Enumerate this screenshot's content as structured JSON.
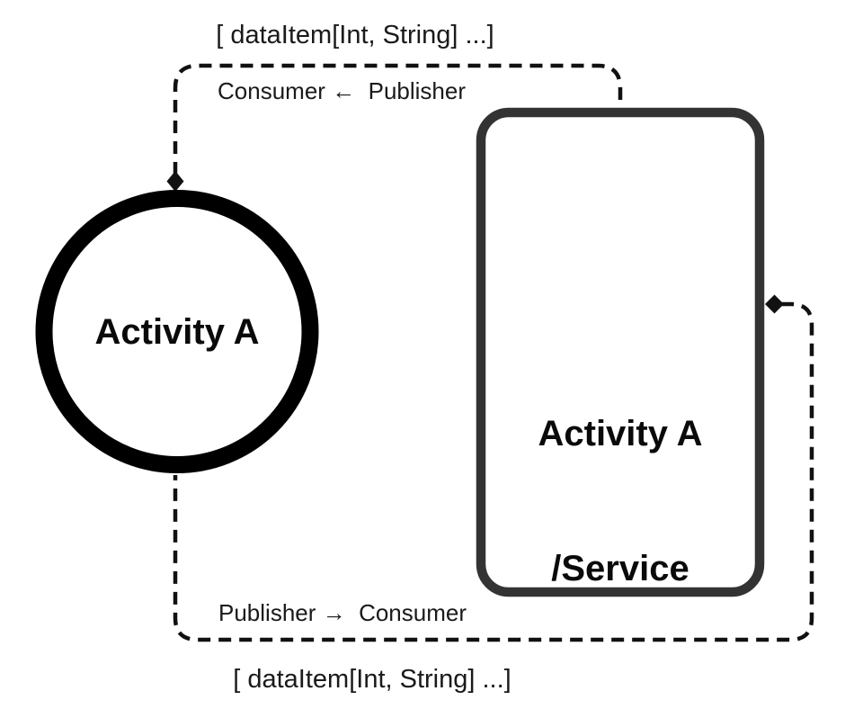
{
  "nodes": {
    "activity": {
      "label": "Activity A"
    },
    "service": {
      "label_line1": "Activity A",
      "label_line2": "/Service"
    }
  },
  "connectors": {
    "top": {
      "payload": "[ dataItem[Int, String] ...]",
      "direction": "Consumer ←  Publisher"
    },
    "bottom": {
      "direction": "Publisher →  Consumer",
      "payload": "[ dataItem[Int, String] ...]"
    }
  },
  "colors": {
    "background": "#ffffff",
    "activity_border": "#000000",
    "service_border": "#333333",
    "node_fill": "#ffffff",
    "connector_line": "#111111",
    "diamond_fill": "#111111",
    "text": "#1a1a1a",
    "node_label": "#0a0a0a"
  }
}
